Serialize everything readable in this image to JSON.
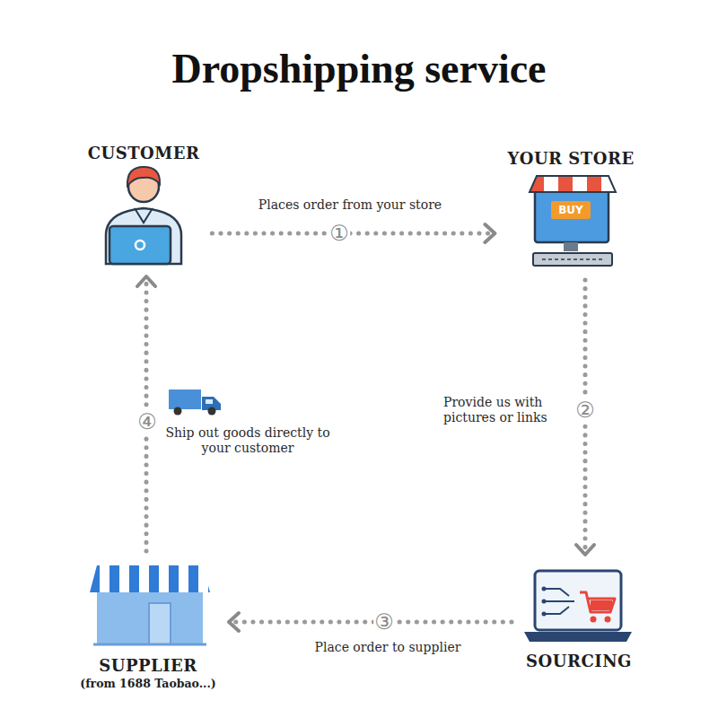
{
  "diagram": {
    "title": "Dropshipping service",
    "nodes": [
      {
        "text": [
          "CUSTOMER"
        ]
      },
      {
        "text": [
          "YOUR STORE"
        ]
      },
      {
        "text": [
          "SUPPLIER",
          "(from 1688 Taobao...)"
        ]
      },
      {
        "text": [
          "SOURCING"
        ]
      }
    ],
    "edges": [
      {
        "from": 0,
        "to": 1,
        "arrow": "to",
        "label": "Places order from your store"
      },
      {
        "from": 1,
        "to": 3,
        "arrow": "to",
        "label": "Provide us with pictures or links"
      },
      {
        "from": 3,
        "to": 2,
        "arrow": "to",
        "label": "Place order to supplier"
      },
      {
        "from": 2,
        "to": 0,
        "arrow": "to",
        "label": "Ship out goods directly to your customer"
      }
    ],
    "labels": [
      "①",
      "②",
      "③",
      "④",
      "BUY"
    ]
  }
}
